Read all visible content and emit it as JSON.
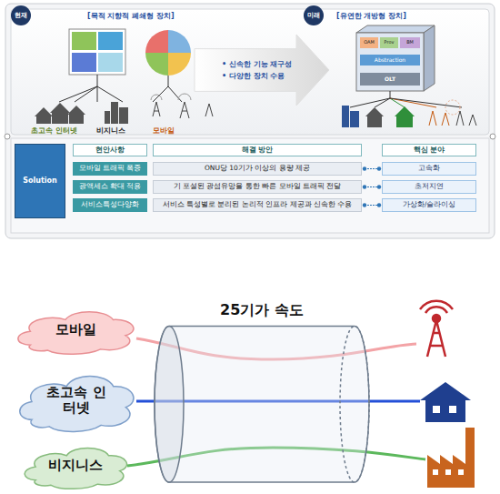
{
  "diagram": {
    "nodes": [
      {
        "text": [
          "현재"
        ]
      },
      {
        "text": [
          "• 신속한 기능 재구성",
          "• 다양한 장치 수용"
        ]
      },
      {
        "text": [
          "미래"
        ]
      },
      {
        "text": [
          "OAM"
        ]
      },
      {
        "text": [
          "Prov"
        ]
      },
      {
        "text": [
          "BM"
        ]
      },
      {
        "text": [
          "Abstraction"
        ]
      },
      {
        "text": [
          "OLT"
        ]
      },
      {
        "text": [
          "Solution"
        ]
      },
      {
        "text": [
          "현안사항"
        ]
      },
      {
        "text": [
          "해결 방안"
        ]
      },
      {
        "text": [
          "핵심 분야"
        ]
      },
      {
        "text": [
          "모바일 트래픽 폭증"
        ]
      },
      {
        "text": [
          "ONU당 10기가 이상의 용량 제공"
        ]
      },
      {
        "text": [
          "고속화"
        ]
      },
      {
        "text": [
          "광액세스 확대 적용"
        ]
      },
      {
        "text": [
          "기 포설된 광섬유망을 통한 빠른 모바일 트래픽 전달"
        ]
      },
      {
        "text": [
          "초저지연"
        ]
      },
      {
        "text": [
          "서비스특성다양화"
        ]
      },
      {
        "text": [
          "서비스 특성별로 분리된 논리적 인프라 제공과 신속한 수용"
        ]
      },
      {
        "text": [
          "가상화/슬라이싱"
        ]
      },
      {
        "text": [
          "모바일"
        ]
      },
      {
        "text": [
          "초고속 인터넷"
        ]
      },
      {
        "text": [
          "비지니스"
        ]
      },
      {
        "text": [
          "25기가 속도"
        ]
      }
    ],
    "edges": [
      {
        "from": 13,
        "to": 14,
        "arrow": "none"
      },
      {
        "from": 16,
        "to": 17,
        "arrow": "none"
      },
      {
        "from": 19,
        "to": 20,
        "arrow": "none"
      }
    ],
    "labels": [
      "[목적 지향적 폐쇄형 장치]",
      "초고속 인터넷",
      "비지니스",
      "모바일",
      "[유연한 개방형 장치]"
    ]
  }
}
